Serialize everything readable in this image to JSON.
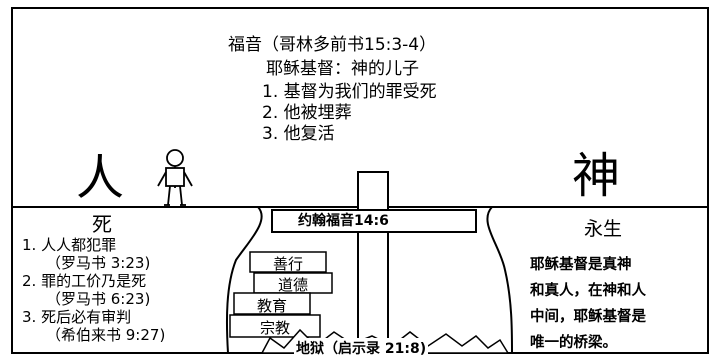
{
  "gospel": {
    "title": "福音（哥林多前书15:3-4）",
    "subtitle": "耶稣基督：神的儿子",
    "points": [
      "1. 基督为我们的罪受死",
      "2. 他被埋葬",
      "3. 他复活"
    ]
  },
  "man": {
    "label": "人"
  },
  "god": {
    "label": "神"
  },
  "death": {
    "title": "死",
    "items": [
      {
        "text": "1. 人人都犯罪",
        "ref": "（罗马书 3:23)"
      },
      {
        "text": "2. 罪的工价乃是死",
        "ref": "（罗马书 6:23)"
      },
      {
        "text": "3. 死后必有审判",
        "ref": "（希伯来书 9:27)"
      }
    ]
  },
  "bridge": {
    "reference": "约翰福音14:6"
  },
  "life": {
    "title": "永生",
    "lines": [
      "耶稣基督是真神",
      "和真人，在神和人",
      "中间，耶稣基督是",
      "唯一的桥梁。"
    ]
  },
  "steps": [
    "善行",
    "道德",
    "教育",
    "宗教"
  ],
  "hell": {
    "label": "地狱（启示录 21:8)"
  }
}
